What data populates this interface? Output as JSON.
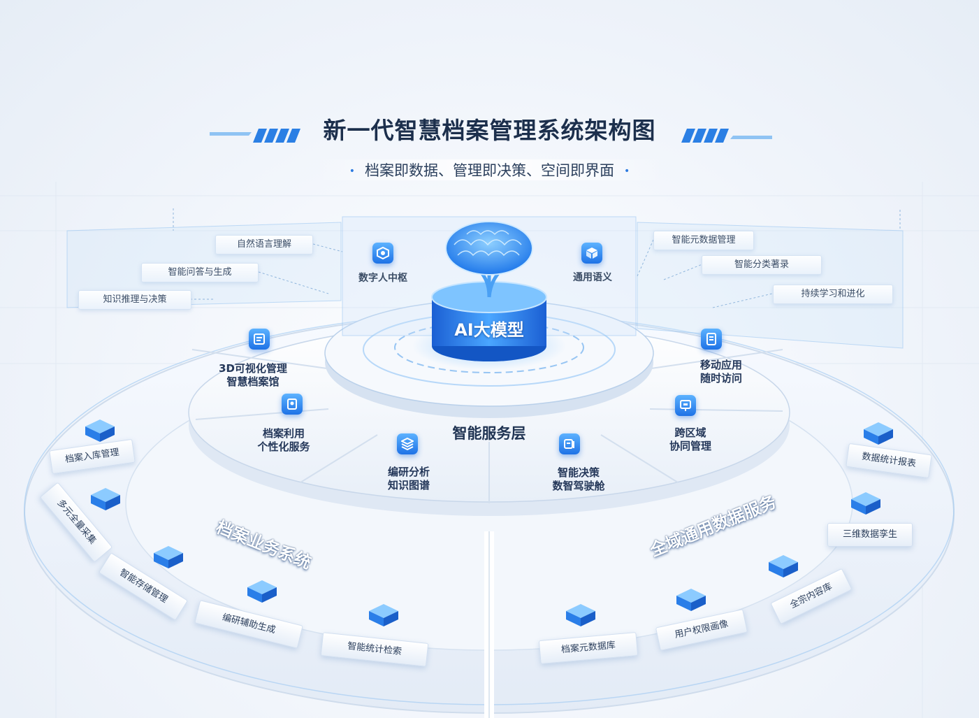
{
  "header": {
    "title": "新一代智慧档案管理系统架构图",
    "subtitle": "档案即数据、管理即决策、空间即界面",
    "subtitle_dot": "•"
  },
  "core": {
    "label": "AI大模型",
    "left_module": "数字人中枢",
    "right_module": "通用语义"
  },
  "left_tags": [
    "自然语言理解",
    "智能问答与生成",
    "知识推理与决策"
  ],
  "right_tags": [
    "智能元数据管理",
    "智能分类著录",
    "持续学习和进化"
  ],
  "service_layer": {
    "title": "智能服务层",
    "items": [
      {
        "line1": "3D可视化管理",
        "line2": "智慧档案馆"
      },
      {
        "line1": "档案利用",
        "line2": "个性化服务"
      },
      {
        "line1": "编研分析",
        "line2": "知识图谱"
      },
      {
        "line1": "智能决策",
        "line2": "数智驾驶舱"
      },
      {
        "line1": "跨区域",
        "line2": "协同管理"
      },
      {
        "line1": "移动应用",
        "line2": "随时访问"
      }
    ]
  },
  "business_system": {
    "title": "档案业务系统",
    "items": [
      "档案入库管理",
      "多元全量采集",
      "智能存储管理",
      "编研辅助生成",
      "智能统计检索"
    ]
  },
  "data_service": {
    "title": "全域通用数据服务",
    "items": [
      "数据统计报表",
      "三维数据孪生",
      "全宗内容库",
      "用户权限画像",
      "档案元数据库"
    ]
  },
  "colors": {
    "accent": "#1e72e6",
    "accent_light": "#5cb2ff",
    "title": "#1c2f4c",
    "platform": "#eef3fa"
  }
}
